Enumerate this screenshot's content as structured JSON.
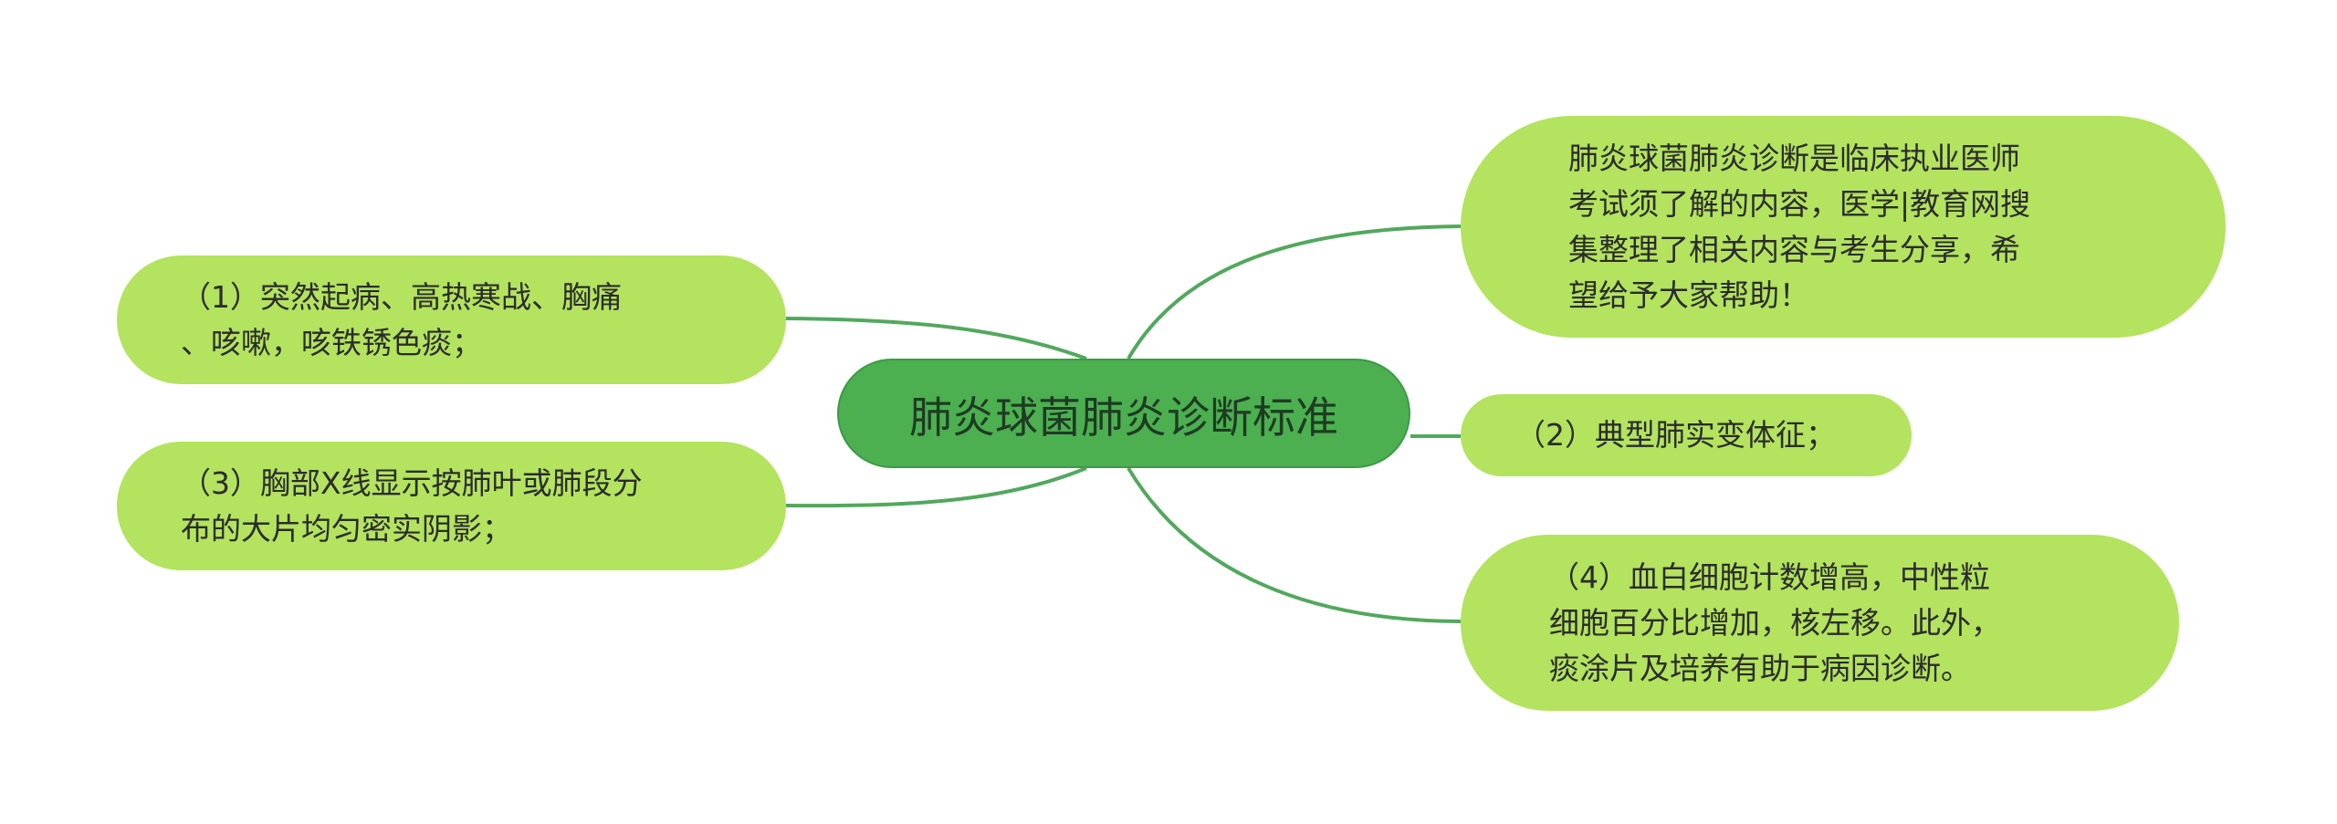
{
  "central_topic": {
    "label": "肺炎球菌肺炎诊断标准"
  },
  "branches": [
    {
      "id": "intro",
      "label": "肺炎球菌肺炎诊断是临床执业医师\n考试须了解的内容，医学|教育网搜\n集整理了相关内容与考生分享，希\n望给予大家帮助！"
    },
    {
      "id": "item1",
      "label": "（1）突然起病、高热寒战、胸痛\n、咳嗽，咳铁锈色痰；"
    },
    {
      "id": "item2",
      "label": "（2）典型肺实变体征；"
    },
    {
      "id": "item3",
      "label": "（3）胸部X线显示按肺叶或肺段分\n布的大片均匀密实阴影；"
    },
    {
      "id": "item4",
      "label": "（4）血白细胞计数增高，中性粒\n细胞百分比增加，核左移。此外，\n痰涂片及培养有助于病因诊断。"
    }
  ],
  "colors": {
    "central_fill": "#4caf50",
    "branch_fill": "#b3e35f",
    "connector": "#52a85e"
  }
}
